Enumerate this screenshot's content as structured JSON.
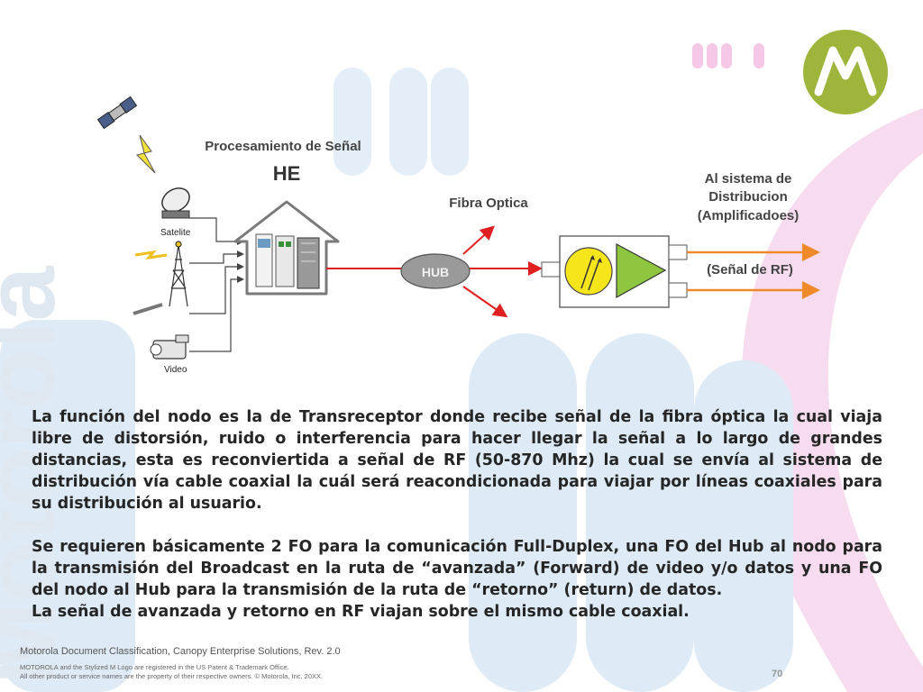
{
  "slide": {
    "diagram": {
      "title": "Procesamiento de Señal",
      "headend_label": "HE",
      "fiber_label": "Fibra Optica",
      "destination_label_lines": [
        "Al sistema de",
        "Distribucion",
        "(Amplificadoes)"
      ],
      "rf_signal_label": "(Señal de RF)",
      "hub_label": "HUB",
      "satellite_label": "Satelite",
      "video_label": "Video"
    },
    "paragraphs": [
      "La función del nodo es la de Transreceptor donde recibe señal de la fibra óptica la cual viaja libre de distorsión, ruido o interferencia para hacer llegar la señal a lo largo de grandes distancias, esta es reconviertida a señal de RF  (50-870 Mhz) la cual se envía al sistema de distribución vía cable coaxial la cuál será reacondicionada para viajar por líneas coaxiales para su distribución al usuario.",
      "Se requieren básicamente 2 FO para la comunicación Full-Duplex, una FO del Hub al nodo para la transmisión del Broadcast en la ruta de “avanzada” (Forward) de video y/o datos y una FO del nodo al Hub para la transmisión de la ruta de “retorno” (return) de datos.",
      "La señal de avanzada y retorno en RF viajan sobre el mismo cable coaxial."
    ],
    "background_watermark": "Motorola",
    "footer": {
      "classification": "Motorola Document Classification, Canopy Enterprise Solutions, Rev. 2.0",
      "trademark_line_1": "MOTOROLA and the Stylized M Logo are registered in the US Patent & Trademark Office.",
      "trademark_line_2": "All other product or service names are the property of their respective owners. © Motorola, Inc. 20XX.",
      "page_number": "70"
    },
    "colors": {
      "logo_green": "#9cb53a",
      "signal_red": "#e02020",
      "rf_orange": "#ef8a2a",
      "amplifier_green": "#8ec63f",
      "deco_pink": "#f6d8ee",
      "deco_blue": "#dceaf5"
    },
    "icons": [
      "satellite-icon",
      "lightning-icon",
      "satellite-dish-icon",
      "broadcast-tower-icon",
      "video-camera-icon",
      "headend-building-icon",
      "motorola-logo"
    ]
  }
}
